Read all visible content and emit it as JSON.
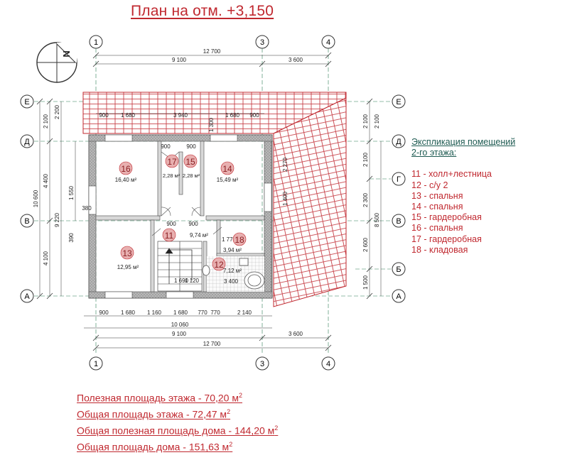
{
  "title": "План на отм. +3,150",
  "compass": {
    "icon": "north-arrow-icon",
    "label": "N"
  },
  "axes": {
    "vertical": [
      "1",
      "3",
      "4"
    ],
    "horizontal": [
      "Е",
      "Д",
      "Г",
      "В",
      "Б",
      "А"
    ]
  },
  "dimensions": {
    "top_total": "12 700",
    "top_9100": "9 100",
    "top_3600": "3 600",
    "top_wall": [
      "900",
      "1 680",
      "3 940",
      "1 680",
      "900"
    ],
    "bottom_wall": [
      "900",
      "1 680",
      "1 160",
      "1 680",
      "770",
      "770",
      "2 140"
    ],
    "bottom_10060": "10 060",
    "bottom_9100": "9 100",
    "bottom_3600": "3 600",
    "bottom_total": "12 700",
    "left_outer": "10 600",
    "left_4400": "4 400",
    "left_4100": "4 100",
    "left_2100": "2 100",
    "left_2200": "2 200",
    "left_9220": "9 220",
    "left_1550": "1 550",
    "left_380": "380",
    "left_390": "390",
    "right_2100a": "2 100",
    "right_2100b": "2 100",
    "right_2100c": "2 100",
    "right_2300": "2 300",
    "right_2600": "2 600",
    "right_1500": "1 500",
    "right_8500": "8 500",
    "inner_900a": "900",
    "inner_900b": "900",
    "inner_900c": "900",
    "inner_900d": "900",
    "inner_2270": "2 270",
    "inner_1400": "1 400",
    "inner_3400": "3 400",
    "inner_1770": "1 770",
    "inner_1120": "1 120",
    "inner_1690": "1 690",
    "inner_1300": "1 300"
  },
  "rooms": [
    {
      "num": "16",
      "area": "16,40 м²"
    },
    {
      "num": "17",
      "area": "2,28 м²"
    },
    {
      "num": "15",
      "area": "2,28 м²"
    },
    {
      "num": "14",
      "area": "15,49 м²"
    },
    {
      "num": "11",
      "area": "9,74 м²"
    },
    {
      "num": "18",
      "area": "3,94 м²"
    },
    {
      "num": "13",
      "area": "12,95 м²"
    },
    {
      "num": "12",
      "area": "7,12 м²"
    }
  ],
  "legend": {
    "heading_line1": "Экспликация помещений",
    "heading_line2": "2-го этажа:",
    "items": [
      "11 - холл+лестница",
      "12 - с/у 2",
      "13 - спальня",
      "14 - спальня",
      "15 - гардеробная",
      "16 - спальня",
      "17 - гардеробная",
      "18 - кладовая"
    ]
  },
  "areas": [
    {
      "text": "Полезная площадь этажа - 70,20 м",
      "sup": "2"
    },
    {
      "text": "Общая площадь этажа - 72,47 м",
      "sup": "2"
    },
    {
      "text": "Общая полезная площадь дома - 144,20 м",
      "sup": "2"
    },
    {
      "text": "Общая площадь дома - 151,63 м",
      "sup": "2"
    }
  ],
  "colors": {
    "accent_red": "#c0282f",
    "heading_green": "#1e5b52",
    "roof": "#c0282f",
    "axis_green": "#2f7d57",
    "wall": "#8a8a8a"
  }
}
